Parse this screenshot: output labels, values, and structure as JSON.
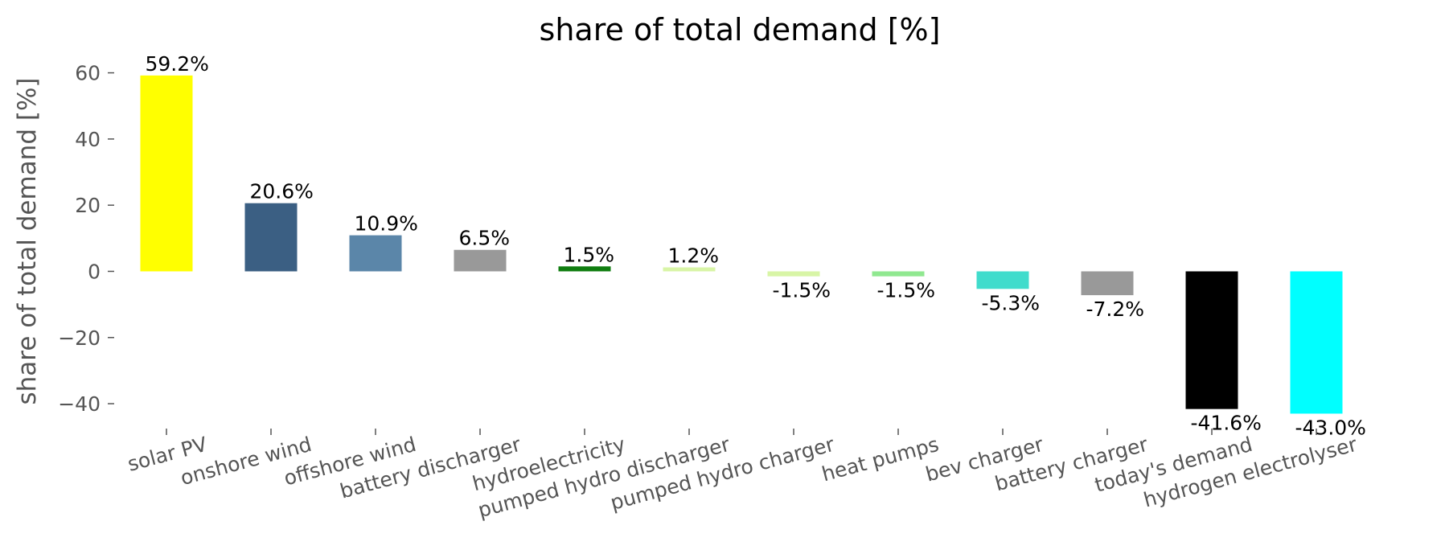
{
  "chart_data": {
    "type": "bar",
    "title": "share of total demand [%]",
    "xlabel": "",
    "ylabel": "share of total demand [%]",
    "ylim": [
      -48,
      65
    ],
    "yticks": [
      60,
      40,
      20,
      0,
      -20,
      -40
    ],
    "ytick_labels": [
      "60",
      "40",
      "20",
      "0",
      "−20",
      "−40"
    ],
    "grid": false,
    "categories": [
      "solar PV",
      "onshore wind",
      "offshore wind",
      "battery discharger",
      "hydroelectricity",
      "pumped hydro discharger",
      "pumped hydro charger",
      "heat pumps",
      "bev charger",
      "battery charger",
      "today's demand",
      "hydrogen electrolyser"
    ],
    "values": [
      59.2,
      20.6,
      10.9,
      6.5,
      1.5,
      1.2,
      -1.5,
      -1.5,
      -5.3,
      -7.2,
      -41.6,
      -43.0
    ],
    "value_labels": [
      "59.2%",
      "20.6%",
      "10.9%",
      "6.5%",
      "1.5%",
      "1.2%",
      "-1.5%",
      "-1.5%",
      "-5.3%",
      "-7.2%",
      "-41.6%",
      "-43.0%"
    ],
    "colors": [
      "#ffff00",
      "#3b5f83",
      "#5b86a9",
      "#999999",
      "#0f7d0f",
      "#d8f5a6",
      "#d8f5a6",
      "#90e890",
      "#40dccc",
      "#999999",
      "#000000",
      "#00ffff"
    ]
  }
}
